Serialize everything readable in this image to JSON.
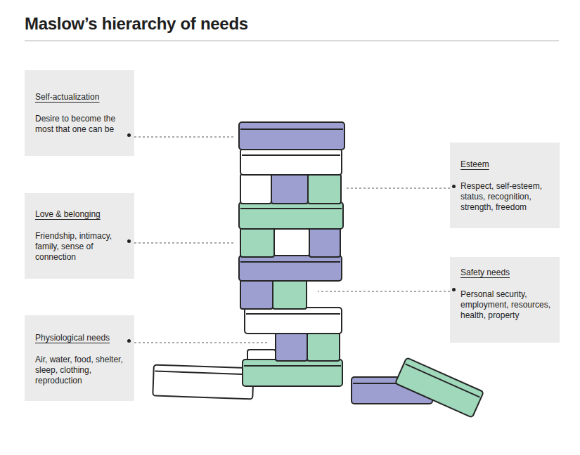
{
  "diagram": {
    "title": "Maslow’s hierarchy of needs",
    "nodes": [
      {
        "text": [
          "Self-actualization",
          "Desire to become the most that one can be"
        ]
      },
      {
        "text": [
          "Esteem",
          "Respect, self-esteem, status, recognition, strength, freedom"
        ]
      },
      {
        "text": [
          "Love & belonging",
          "Friendship, intimacy, family, sense of connection"
        ]
      },
      {
        "text": [
          "Safety needs",
          "Personal security, employment, resources, health, property"
        ]
      },
      {
        "text": [
          "Physiological needs",
          "Air, water, food, shelter, sleep, clothing, reproduction"
        ]
      }
    ]
  }
}
